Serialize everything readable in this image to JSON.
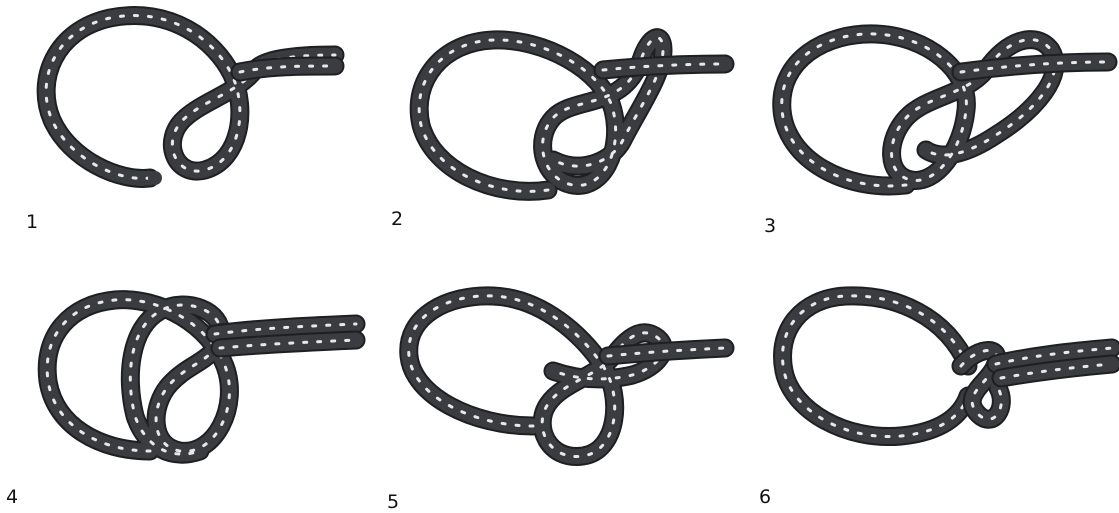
{
  "figure": {
    "steps": [
      {
        "number": "1"
      },
      {
        "number": "2"
      },
      {
        "number": "3"
      },
      {
        "number": "4"
      },
      {
        "number": "5"
      },
      {
        "number": "6"
      }
    ]
  },
  "colors": {
    "rope": "#3a3c40",
    "rope_shadow": "#1e1f22",
    "rope_fleck": "#e8e8e8",
    "background": "#ffffff",
    "label": "#111111"
  }
}
